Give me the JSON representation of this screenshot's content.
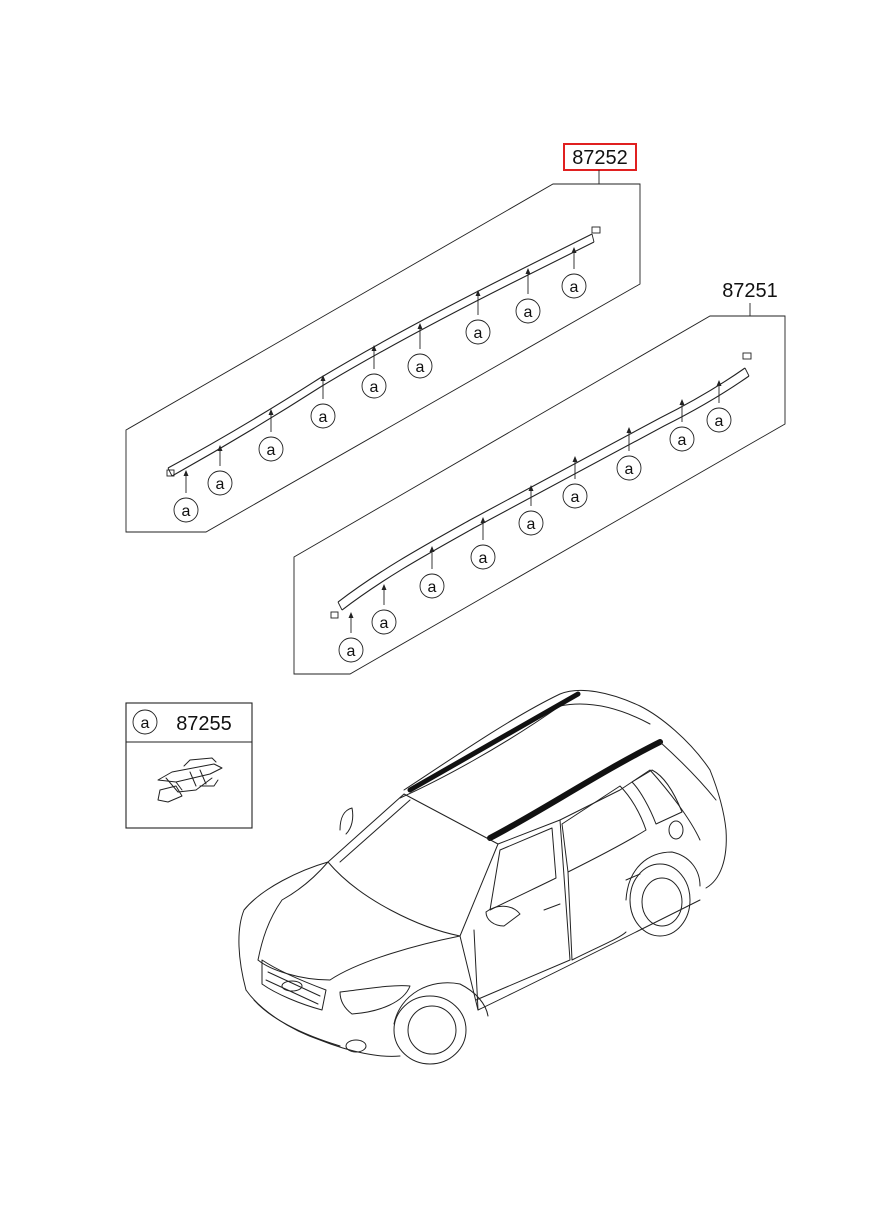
{
  "parts": {
    "rear_rail": {
      "part_number": "87252",
      "highlighted": true
    },
    "front_rail": {
      "part_number": "87251",
      "highlighted": false
    },
    "clip": {
      "part_number": "87255",
      "callout_letter": "a"
    }
  },
  "colors": {
    "highlight": "#e02020",
    "line": "#222222"
  }
}
